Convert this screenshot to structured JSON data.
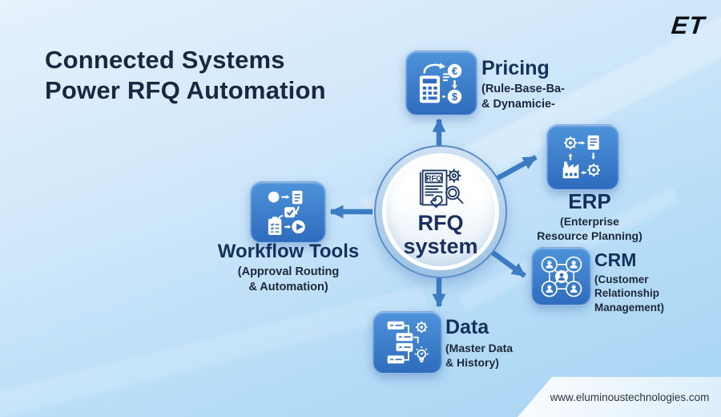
{
  "title": {
    "line1": "Connected Systems",
    "line2": "Power RFQ Automation"
  },
  "brand": {
    "logo_text": "ET",
    "website": "www.eluminoustechnologies.com"
  },
  "hub": {
    "icon_label": "RFQ",
    "name_line1": "RFQ",
    "name_line2": "system"
  },
  "nodes": {
    "pricing": {
      "title": "Pricing",
      "subtitle_line1": "(Rule-Base-Ba-",
      "subtitle_line2": "& Dynamicie-"
    },
    "erp": {
      "title": "ERP",
      "subtitle_line1": "(Enterprise",
      "subtitle_line2": "Resource Planning)"
    },
    "crm": {
      "title": "CRM",
      "subtitle_line1": "(Customer",
      "subtitle_line2": "Relationship",
      "subtitle_line3": "Management)"
    },
    "data": {
      "title": "Data",
      "subtitle_line1": "(Master Data",
      "subtitle_line2": "& History)"
    },
    "workflow": {
      "title": "Workflow Tools",
      "subtitle_line1": "(Approval Routing",
      "subtitle_line2": "& Automation)"
    }
  },
  "glyphs": {
    "currency_euro": "€",
    "currency_dollar": "$"
  },
  "icons": {
    "hub": "rfq-document-search-icon",
    "pricing": "calculator-currency-icon",
    "erp": "gear-document-factory-cycle-icon",
    "crm": "people-network-icon",
    "data": "servers-gear-bulb-icon",
    "workflow": "process-steps-approval-icon"
  },
  "colors": {
    "bg_top": "#e6f2fc",
    "bg_bottom": "#a7d4f3",
    "tile_top": "#4e93da",
    "tile_bottom": "#2e6cbd",
    "accent_arrow": "#3b7cc4",
    "hub_ring": "#5a8cc8",
    "heading": "#16305e",
    "body_text": "#1d2838",
    "title_text": "#1b2740",
    "logo": "#0e1014",
    "url_text": "#2b3542"
  }
}
